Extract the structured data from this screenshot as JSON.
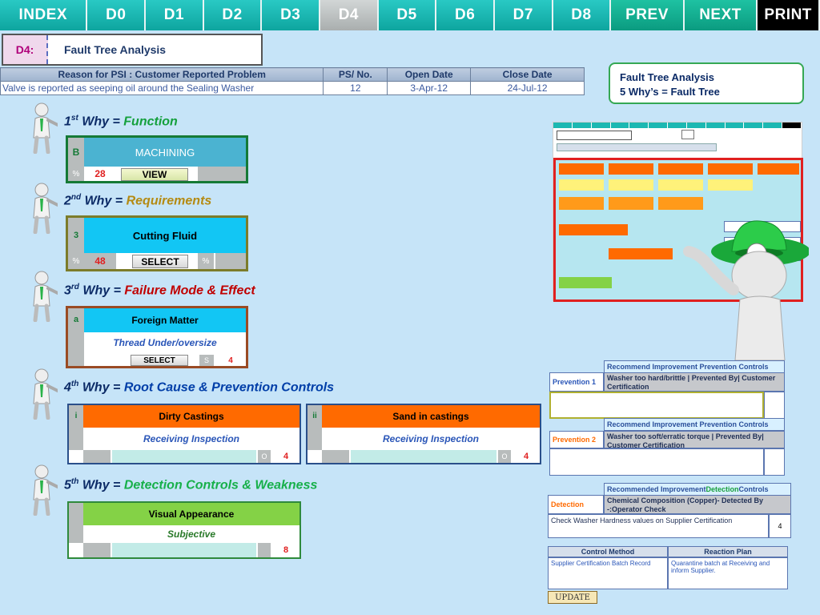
{
  "nav": [
    "INDEX",
    "D0",
    "D1",
    "D2",
    "D3",
    "D4",
    "D5",
    "D6",
    "D7",
    "D8",
    "PREV",
    "NEXT",
    "PRINT"
  ],
  "header": {
    "code": "D4:",
    "title": "Fault Tree Analysis"
  },
  "psi": {
    "headers": [
      "Reason for PSI   : Customer Reported Problem",
      "PS/ No.",
      "Open Date",
      "Close Date"
    ],
    "row": [
      "Valve is reported as seeping oil around the Sealing Washer",
      "12",
      "3-Apr-12",
      "24-Jul-12"
    ]
  },
  "callout": {
    "line1": "Fault Tree Analysis",
    "line2": "5 Why’s = Fault Tree"
  },
  "whys": [
    {
      "num": "1",
      "sup": "st",
      "prefix": "Why = ",
      "topic": "Function"
    },
    {
      "num": "2",
      "sup": "nd",
      "prefix": "Why = ",
      "topic": "Requirements"
    },
    {
      "num": "3",
      "sup": "rd",
      "prefix": "Why = ",
      "topic": "Failure Mode & Effect"
    },
    {
      "num": "4",
      "sup": "th",
      "prefix": "Why = ",
      "topic": "Root Cause & Prevention Controls"
    },
    {
      "num": "5",
      "sup": "th",
      "prefix": "Why = ",
      "topic": "Detection Controls & Weakness"
    }
  ],
  "why1": {
    "code": "B",
    "label": "MACHINING",
    "pct": "%",
    "num": "28",
    "btn": "VIEW"
  },
  "why2": {
    "code": "3",
    "label": "Cutting Fluid",
    "pct": "%",
    "num": "48",
    "btn": "SELECT",
    "pct2": "%"
  },
  "why3": {
    "code": "a",
    "label": "Foreign Matter",
    "sub": "Thread Under/oversize",
    "btn": "SELECT",
    "s": "S",
    "num": "4"
  },
  "why4a": {
    "code": "i",
    "label": "Dirty Castings",
    "sub": "Receiving Inspection",
    "o": "O",
    "num": "4"
  },
  "why4b": {
    "code": "ii",
    "label": "Sand in castings",
    "sub": "Receiving Inspection",
    "o": "O",
    "num": "4"
  },
  "why5": {
    "label": "Visual Appearance",
    "sub": "Subjective",
    "num": "8"
  },
  "prevention": {
    "p1_title": "Recommend Improvement Prevention Controls",
    "p1_label": "Prevention 1",
    "p1_text": "Washer too hard/brittle | Prevented By| Customer Certification",
    "p2_title": "Recommend Improvement Prevention Controls",
    "p2_label": "Prevention 2",
    "p2_text": "Washer too soft/erratic torque | Prevented By| Customer Certification"
  },
  "detection": {
    "title_a": "Recommended Improvement ",
    "title_b": "Detection",
    "title_c": " Controls",
    "label": "Detection",
    "text": "Chemical Composition (Copper)- Detected By -:Operator Check",
    "check": "Check Washer Hardness values on Supplier Certification",
    "num": "4"
  },
  "control": {
    "h1": "Control Method",
    "h2": "Reaction Plan",
    "c1": "Supplier Certification Batch Record",
    "c2": "Quarantine batch at Receiving and inform Supplier."
  },
  "update": "UPDATE",
  "colors": {
    "nav": "#1cb8b2",
    "active": "#b0b4b4",
    "machining": "#4bb3d1",
    "cyan": "#12c6f4",
    "orange": "#ff6a00",
    "green": "#84d246"
  }
}
